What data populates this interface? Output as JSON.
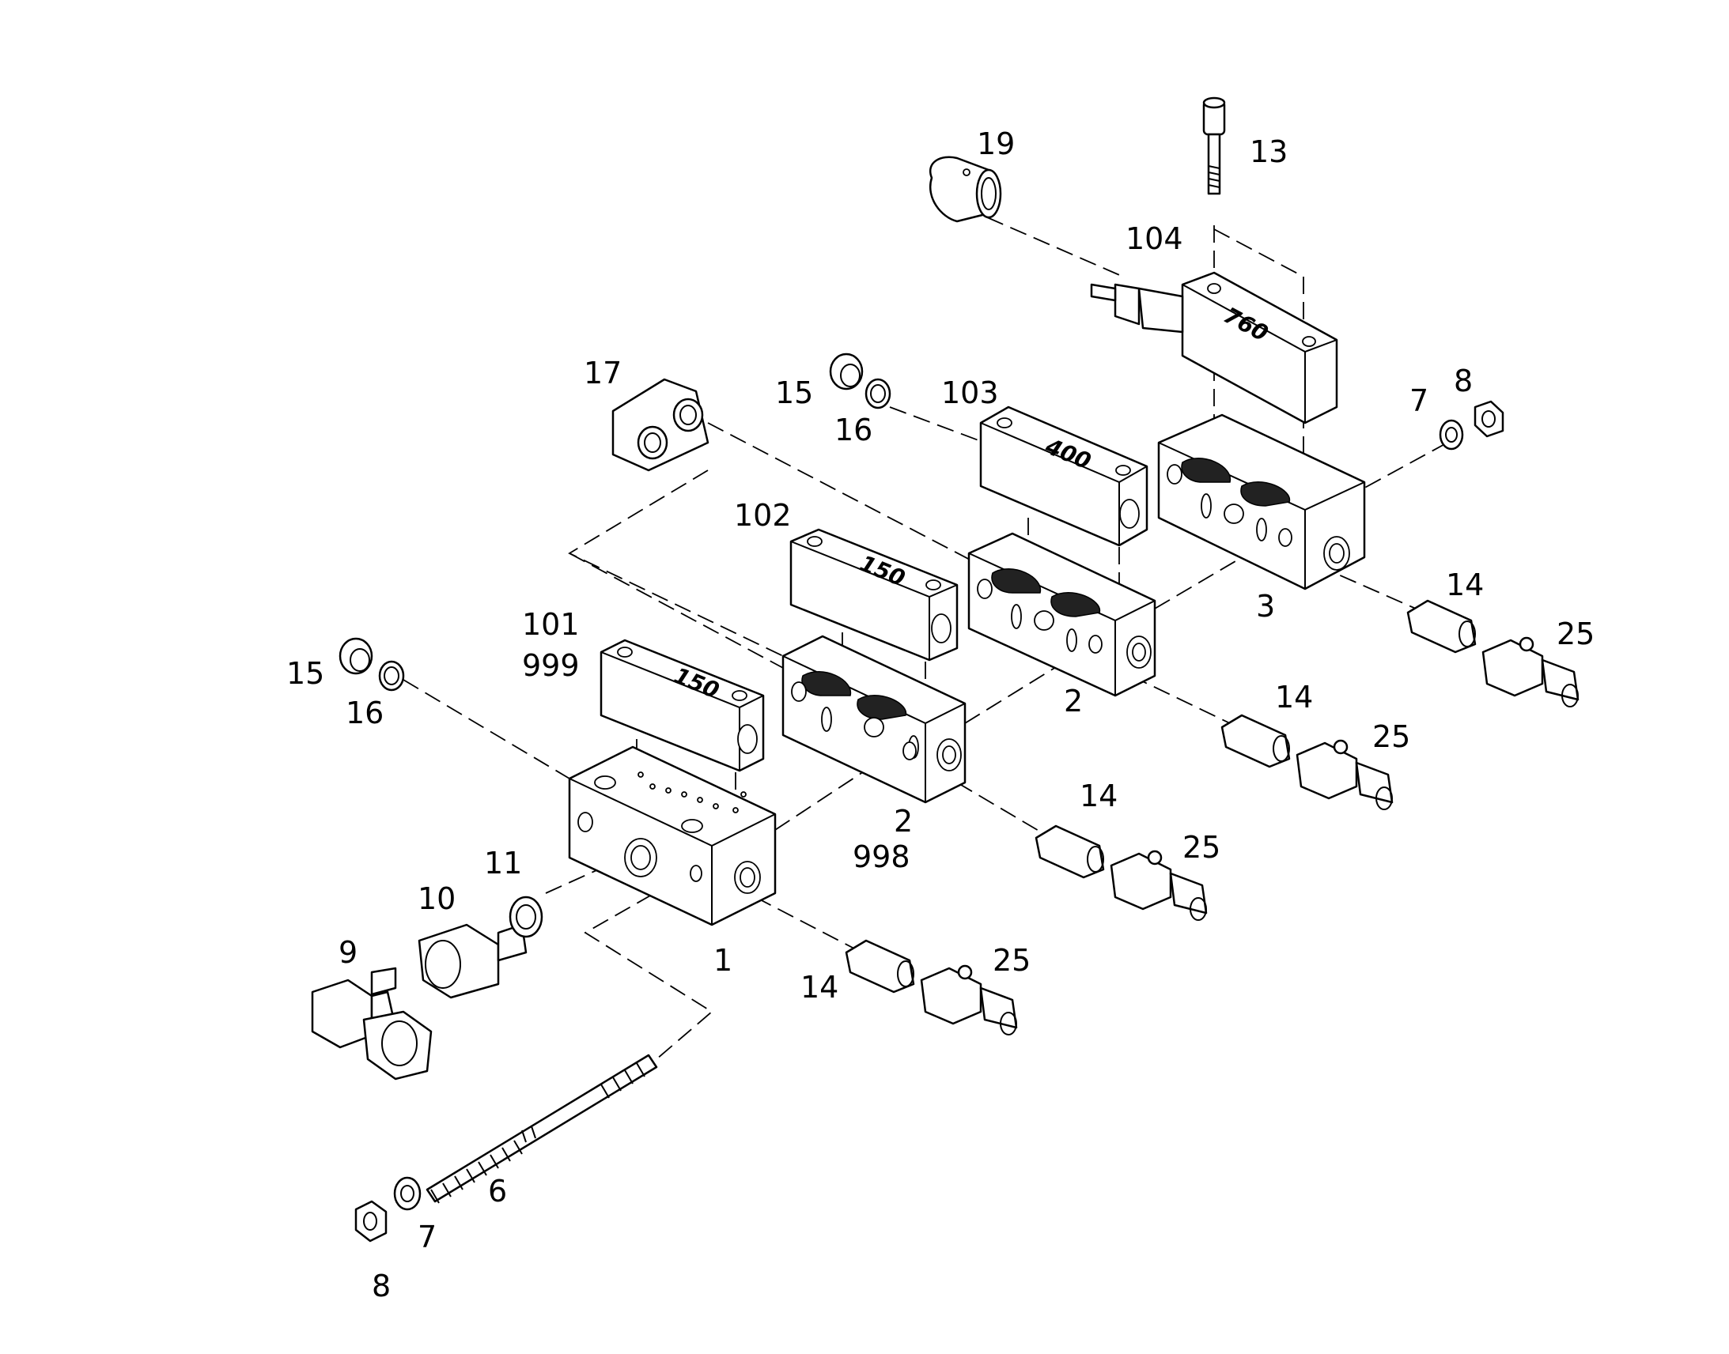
{
  "callouts": {
    "c19": "19",
    "c13": "13",
    "c104": "104",
    "c17": "17",
    "c15a": "15",
    "c16a": "16",
    "c103": "103",
    "c7a": "7",
    "c8a": "8",
    "c102": "102",
    "c3": "3",
    "c14a": "14",
    "c25a": "25",
    "c101": "101",
    "c999": "999",
    "c15b": "15",
    "c16b": "16",
    "c2a": "2",
    "c14b": "14",
    "c25b": "25",
    "c2b": "2",
    "c998": "998",
    "c14c": "14",
    "c25c": "25",
    "c11": "11",
    "c10": "10",
    "c9": "9",
    "c1": "1",
    "c14d": "14",
    "c25d": "25",
    "c6": "6",
    "c7b": "7",
    "c8b": "8"
  },
  "block_labels": {
    "b760": "760",
    "b400": "400",
    "b150a": "150",
    "b150b": "150"
  }
}
